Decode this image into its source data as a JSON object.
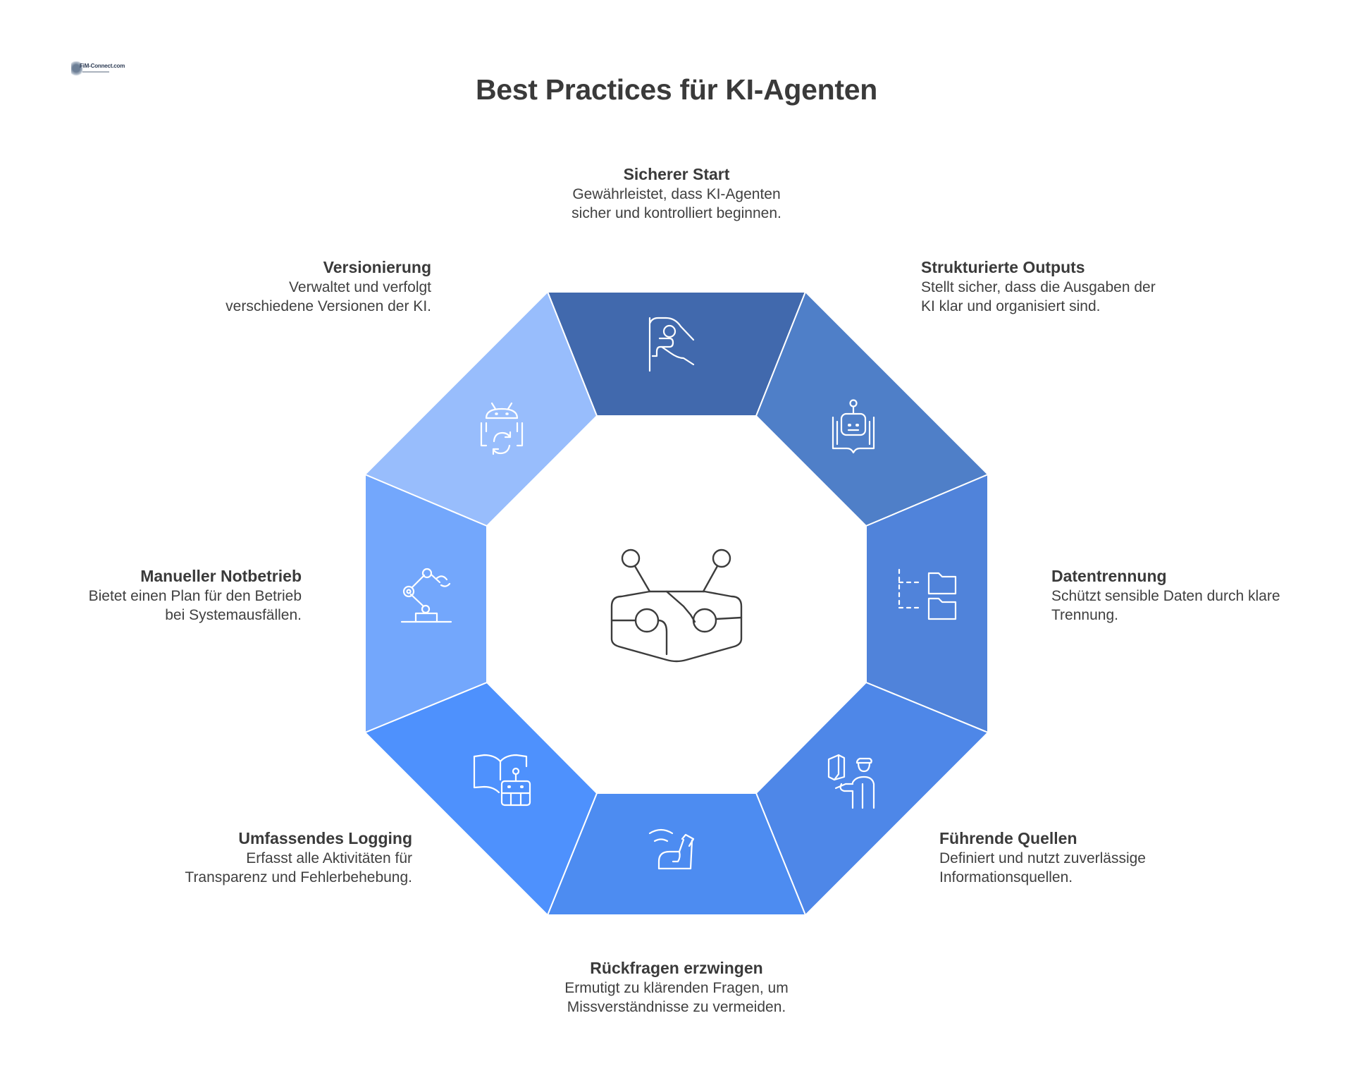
{
  "logo": {
    "text": "FiM-Connect.com"
  },
  "title": "Best Practices für KI-Agenten",
  "segments": [
    {
      "id": "sicherer-start",
      "title": "Sicherer Start",
      "desc": "Gewährleistet, dass KI-Agenten\nsicher und kontrolliert beginnen.",
      "color": "#4169ad",
      "icon": "hand-ear-icon"
    },
    {
      "id": "strukturierte-outputs",
      "title": "Strukturierte Outputs",
      "desc": "Stellt sicher, dass die Ausgaben der\nKI klar und organisiert sind.",
      "color": "#4f7fc8",
      "icon": "robot-book-icon"
    },
    {
      "id": "datentrennung",
      "title": "Datentrennung",
      "desc": "Schützt sensible Daten durch klare\nTrennung.",
      "color": "#5083da",
      "icon": "folder-tree-icon"
    },
    {
      "id": "fuehrende-quellen",
      "title": "Führende Quellen",
      "desc": "Definiert und nutzt zuverlässige\nInformationsquellen.",
      "color": "#4e87e8",
      "icon": "guide-person-icon"
    },
    {
      "id": "rueckfragen-erzwingen",
      "title": "Rückfragen erzwingen",
      "desc": "Ermutigt zu klärenden Fragen, um\nMissverständnisse zu vermeiden.",
      "color": "#4d8cf1",
      "icon": "raised-hand-icon"
    },
    {
      "id": "umfassendes-logging",
      "title": "Umfassendes Logging",
      "desc": "Erfasst alle Aktivitäten für\nTransparenz und Fehlerbehebung.",
      "color": "#4e91fd",
      "icon": "book-robot-icon"
    },
    {
      "id": "manueller-notbetrieb",
      "title": "Manueller Notbetrieb",
      "desc": "Bietet einen Plan für den Betrieb\nbei Systemausfällen.",
      "color": "#73a7fc",
      "icon": "robot-arm-icon"
    },
    {
      "id": "versionierung",
      "title": "Versionierung",
      "desc": "Verwaltet und verfolgt\nverschiedene Versionen der KI.",
      "color": "#98bdfc",
      "icon": "android-sync-icon"
    }
  ],
  "center_icon": "ai-circuit-icon"
}
